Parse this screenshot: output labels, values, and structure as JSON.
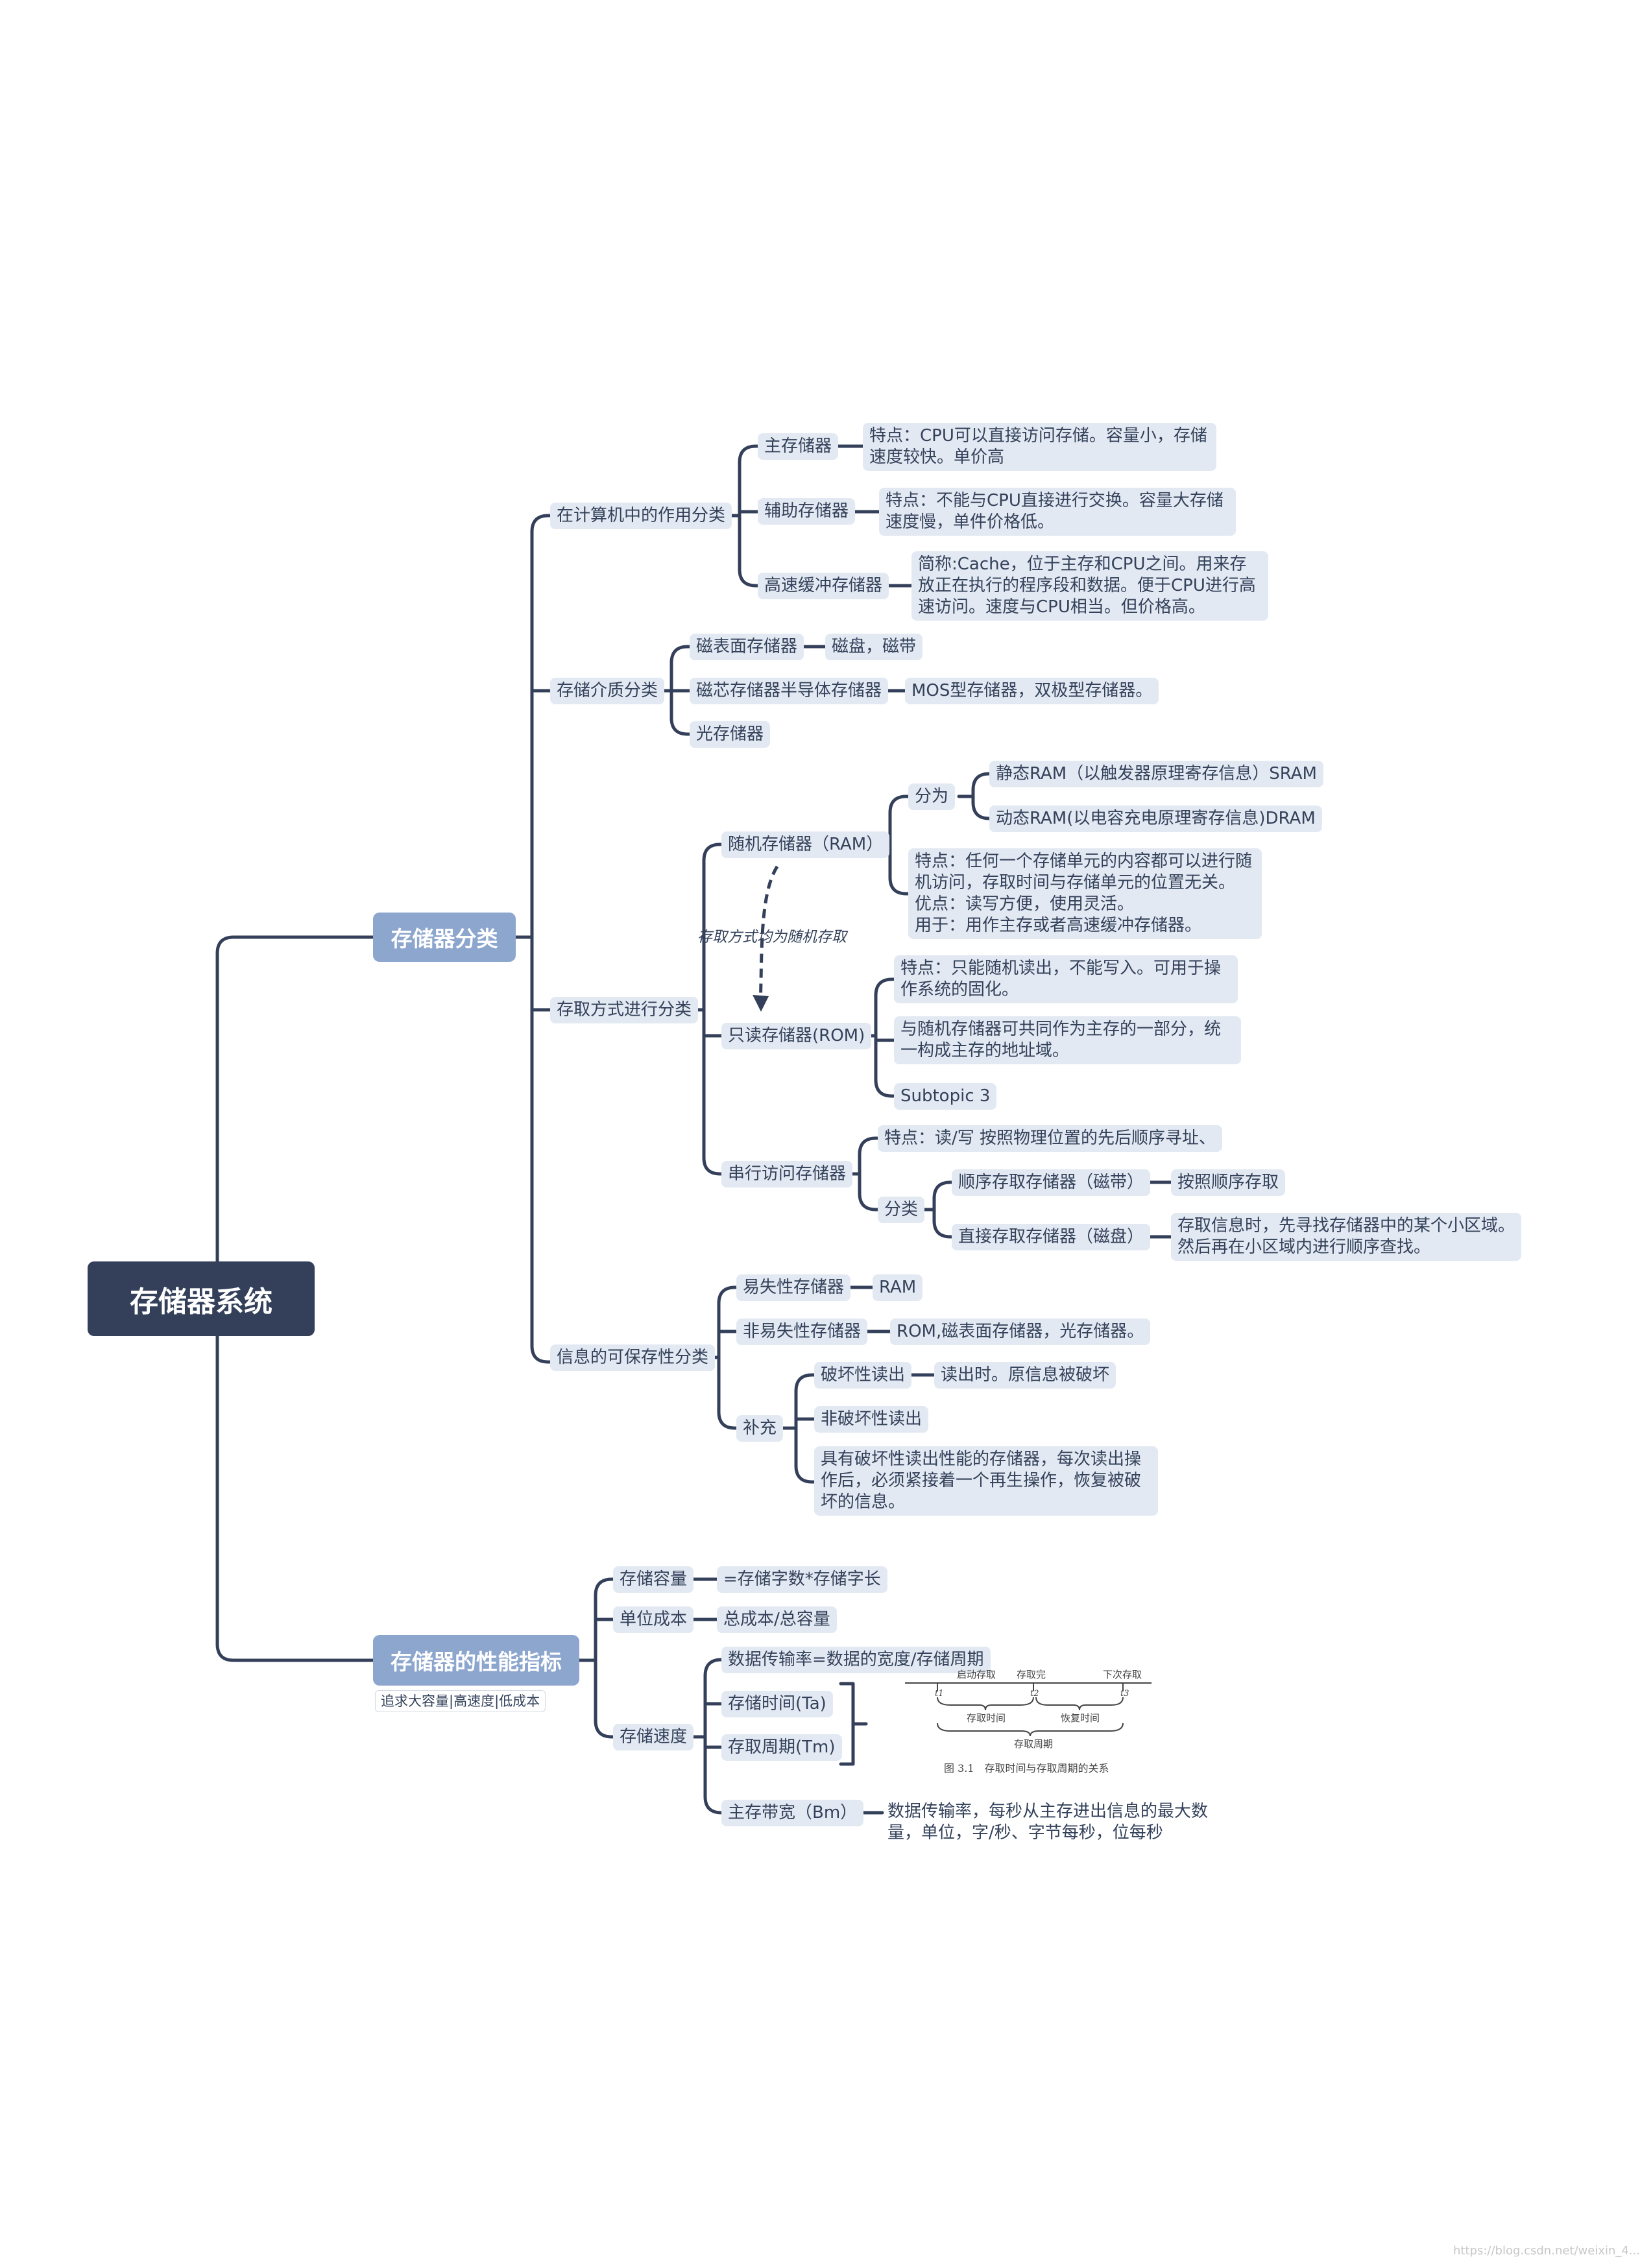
{
  "root": "存储器系统",
  "branches": {
    "classification": {
      "label": "存储器分类",
      "role": {
        "label": "在计算机中的作用分类",
        "main_mem": "主存储器",
        "main_mem_note": "特点：CPU可以直接访问存储。容量小，存储速度较快。单价高",
        "aux_mem": "辅助存储器",
        "aux_mem_note": "特点：不能与CPU直接进行交换。容量大存储速度慢，单件价格低。",
        "cache": "高速缓冲存储器",
        "cache_note": "简称:Cache，位于主存和CPU之间。用来存放正在执行的程序段和数据。便于CPU进行高速访问。速度与CPU相当。但价格高。"
      },
      "medium": {
        "label": "存储介质分类",
        "magnetic": "磁表面存储器",
        "magnetic_note": "磁盘，磁带",
        "core": "磁芯存储器半导体存储器",
        "core_note": "MOS型存储器，双极型存储器。",
        "optical": "光存储器"
      },
      "access": {
        "label": "存取方式进行分类",
        "ram": "随机存储器（RAM）",
        "ram_split": "分为",
        "sram": "静态RAM（以触发器原理寄存信息）SRAM",
        "dram": "动态RAM(以电容充电原理寄存信息)DRAM",
        "ram_note": "特点：任何一个存储单元的内容都可以进行随机访问，存取时间与存储单元的位置无关。\n优点：读写方便，使用灵活。\n用于：用作主存或者高速缓冲存储器。",
        "relation": "存取方式均为随机存取",
        "rom": "只读存储器(ROM)",
        "rom_note1": "特点：只能随机读出，不能写入。可用于操作系统的固化。",
        "rom_note2": "与随机存储器可共同作为主存的一部分，统一构成主存的地址域。",
        "rom_sub": "Subtopic 3",
        "serial": "串行访问存储器",
        "serial_note": "特点：读/写 按照物理位置的先后顺序寻址、",
        "serial_cat": "分类",
        "sequential": "顺序存取存储器（磁带）",
        "sequential_note": "按照顺序存取",
        "direct": "直接存取存储器（磁盘）",
        "direct_note": "存取信息时，先寻找存储器中的某个小区域。然后再在小区域内进行顺序查找。"
      },
      "volatility": {
        "label": "信息的可保存性分类",
        "volatile": "易失性存储器",
        "volatile_note": "RAM",
        "nonvolatile": "非易失性存储器",
        "nonvolatile_note": "ROM,磁表面存储器，光存储器。",
        "supplement": "补充",
        "destructive": "破坏性读出",
        "destructive_note": "读出时。原信息被破坏",
        "nondestructive": "非破坏性读出",
        "supplement_note": "具有破坏性读出性能的存储器，每次读出操作后，必须紧接着一个再生操作，恢复被破坏的信息。"
      }
    },
    "performance": {
      "label": "存储器的性能指标",
      "tag": "追求大容量|高速度|低成本",
      "capacity": "存储容量",
      "capacity_note": "=存储字数*存储字长",
      "unit_cost": "单位成本",
      "unit_cost_note": "总成本/总容量",
      "speed": "存储速度",
      "data_rate": "数据传输率=数据的宽度/存储周期",
      "access_time": "存储时间(Ta)",
      "cycle_time": "存取周期(Tm)",
      "bandwidth": "主存带宽（Bm）",
      "bandwidth_note": "数据传输率，每秒从主存进出信息的最大数量，单位，字/秒、字节每秒，位每秒"
    }
  },
  "figure": {
    "start": "启动存取",
    "stored": "存取完",
    "next": "下次存取",
    "t1": "t1",
    "t2": "t2",
    "t3": "t3",
    "access_time": "存取时间",
    "recovery": "恢复时间",
    "cycle": "存取周期",
    "caption": "图 3.1　存取时间与存取周期的关系"
  },
  "watermark": "https://blog.csdn.net/weixin_4...",
  "colors": {
    "root": "#34405a",
    "main": "#8da6ce",
    "node": "#e3e9f2",
    "line": "#34405a"
  }
}
